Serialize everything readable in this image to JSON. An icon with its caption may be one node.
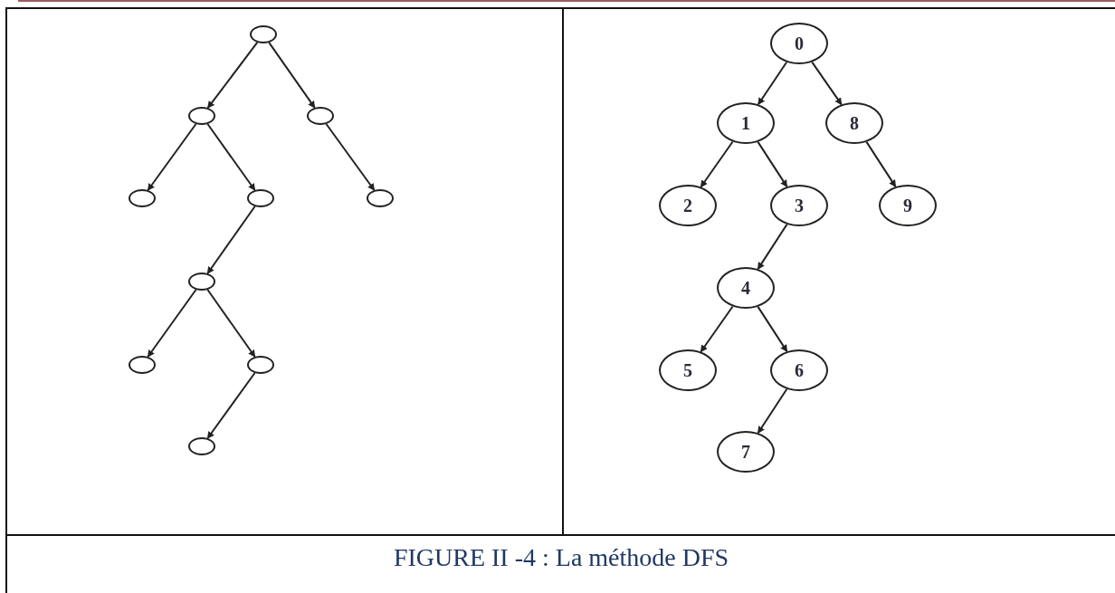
{
  "diagram": {
    "caption": "FIGURE II -4 : La méthode DFS",
    "nodes": [
      {
        "text": [],
        "shape": "circle"
      },
      {
        "text": [],
        "shape": "circle"
      },
      {
        "text": [],
        "shape": "circle"
      },
      {
        "text": [],
        "shape": "circle"
      },
      {
        "text": [],
        "shape": "circle"
      },
      {
        "text": [],
        "shape": "circle"
      },
      {
        "text": [],
        "shape": "circle"
      },
      {
        "text": [],
        "shape": "circle"
      },
      {
        "text": [],
        "shape": "circle"
      },
      {
        "text": [],
        "shape": "circle"
      },
      {
        "text": [
          "0"
        ]
      },
      {
        "text": [
          "1"
        ]
      },
      {
        "text": [
          "8"
        ]
      },
      {
        "text": [
          "2"
        ]
      },
      {
        "text": [
          "3"
        ]
      },
      {
        "text": [
          "9"
        ]
      },
      {
        "text": [
          "4"
        ]
      },
      {
        "text": [
          "5"
        ]
      },
      {
        "text": [
          "6"
        ]
      },
      {
        "text": [
          "7"
        ]
      }
    ],
    "edges": [
      {
        "from": 0,
        "to": 1,
        "arrow": "to"
      },
      {
        "from": 0,
        "to": 2,
        "arrow": "to"
      },
      {
        "from": 1,
        "to": 3,
        "arrow": "to"
      },
      {
        "from": 1,
        "to": 4,
        "arrow": "to"
      },
      {
        "from": 2,
        "to": 5,
        "arrow": "to"
      },
      {
        "from": 4,
        "to": 6,
        "arrow": "to"
      },
      {
        "from": 6,
        "to": 7,
        "arrow": "to"
      },
      {
        "from": 6,
        "to": 8,
        "arrow": "to"
      },
      {
        "from": 8,
        "to": 9,
        "arrow": "to"
      },
      {
        "from": 10,
        "to": 11,
        "arrow": "to"
      },
      {
        "from": 10,
        "to": 12,
        "arrow": "to"
      },
      {
        "from": 11,
        "to": 13,
        "arrow": "to"
      },
      {
        "from": 11,
        "to": 14,
        "arrow": "to"
      },
      {
        "from": 12,
        "to": 15,
        "arrow": "to"
      },
      {
        "from": 14,
        "to": 16,
        "arrow": "to"
      },
      {
        "from": 16,
        "to": 17,
        "arrow": "to"
      },
      {
        "from": 16,
        "to": 18,
        "arrow": "to"
      },
      {
        "from": 18,
        "to": 19,
        "arrow": "to"
      }
    ]
  }
}
